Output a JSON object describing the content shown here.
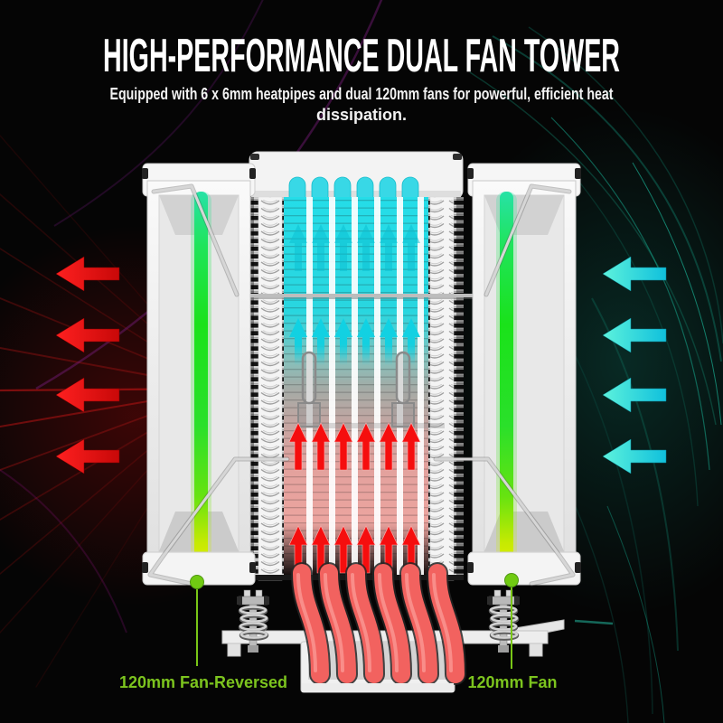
{
  "header": {
    "title": "HIGH-PERFORMANCE DUAL FAN TOWER",
    "subtitle_line1": "Equipped with 6 x 6mm heatpipes and dual 120mm fans for powerful, efficient heat",
    "subtitle_line2": "dissipation."
  },
  "callouts": {
    "left_label": "120mm Fan-Reversed",
    "right_label": "120mm Fan",
    "label_color": "#7cc41e"
  },
  "illustration": {
    "description": "White dual-tower CPU air cooler cross-section with airflow visualization",
    "left_side_arrows": {
      "icon": "exhaust-arrow-icon",
      "count": 4,
      "direction": "left",
      "color": "#f21212"
    },
    "right_side_arrows": {
      "icon": "intake-arrow-icon",
      "count": 4,
      "direction": "left",
      "color": "#2ee3d6"
    },
    "internal_cool_arrows": {
      "icon": "cool-air-arrow-icon",
      "rows": 2,
      "arrows_per_row": 6,
      "direction": "up",
      "color": "#17d6e4"
    },
    "internal_hot_arrows": {
      "icon": "hot-air-arrow-icon",
      "rows": 2,
      "arrows_per_row": 6,
      "direction": "up",
      "color": "#f31111"
    },
    "heatpipe_count": 6,
    "heatpipe_color": "#f2625f",
    "rgb_strip_colors": [
      "#27e2a6",
      "#1ae21a",
      "#f2ef04"
    ],
    "fan_color": "#f0f0f0",
    "background_accent_left": "#8a0f0f",
    "background_accent_top_left": "#6d1a70",
    "background_accent_right": "#12a98e"
  }
}
